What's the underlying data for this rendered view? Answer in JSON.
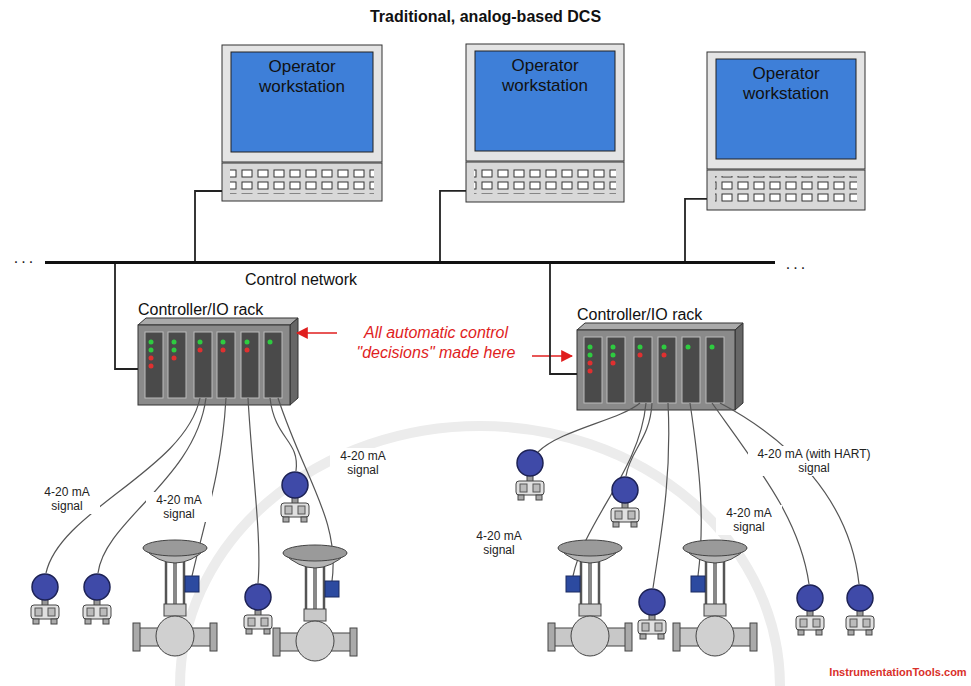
{
  "diagram": {
    "title": "Traditional, analog-based DCS",
    "nodes": [
      {
        "text": [
          "Operator workstation"
        ]
      },
      {
        "text": [
          "Operator workstation"
        ]
      },
      {
        "text": [
          "Operator workstation"
        ]
      },
      {
        "text": [
          "Control network"
        ]
      },
      {
        "text": [
          "Controller/IO rack"
        ]
      },
      {
        "text": [
          "Controller/IO rack"
        ]
      }
    ],
    "edges": [
      {
        "from": 0,
        "to": 3,
        "arrow": "none"
      },
      {
        "from": 1,
        "to": 3,
        "arrow": "none"
      },
      {
        "from": 2,
        "to": 3,
        "arrow": "none"
      },
      {
        "from": 4,
        "to": 3,
        "arrow": "none"
      },
      {
        "from": 5,
        "to": 3,
        "arrow": "none"
      }
    ],
    "labels": [
      "...",
      "...",
      "All automatic control \"decisions\" made here",
      "4-20 mA signal",
      "4-20 mA signal",
      "4-20 mA signal",
      "4-20 mA signal",
      "4-20 mA signal",
      "4-20 mA (with HART) signal",
      "InstrumentationTools.com"
    ]
  }
}
